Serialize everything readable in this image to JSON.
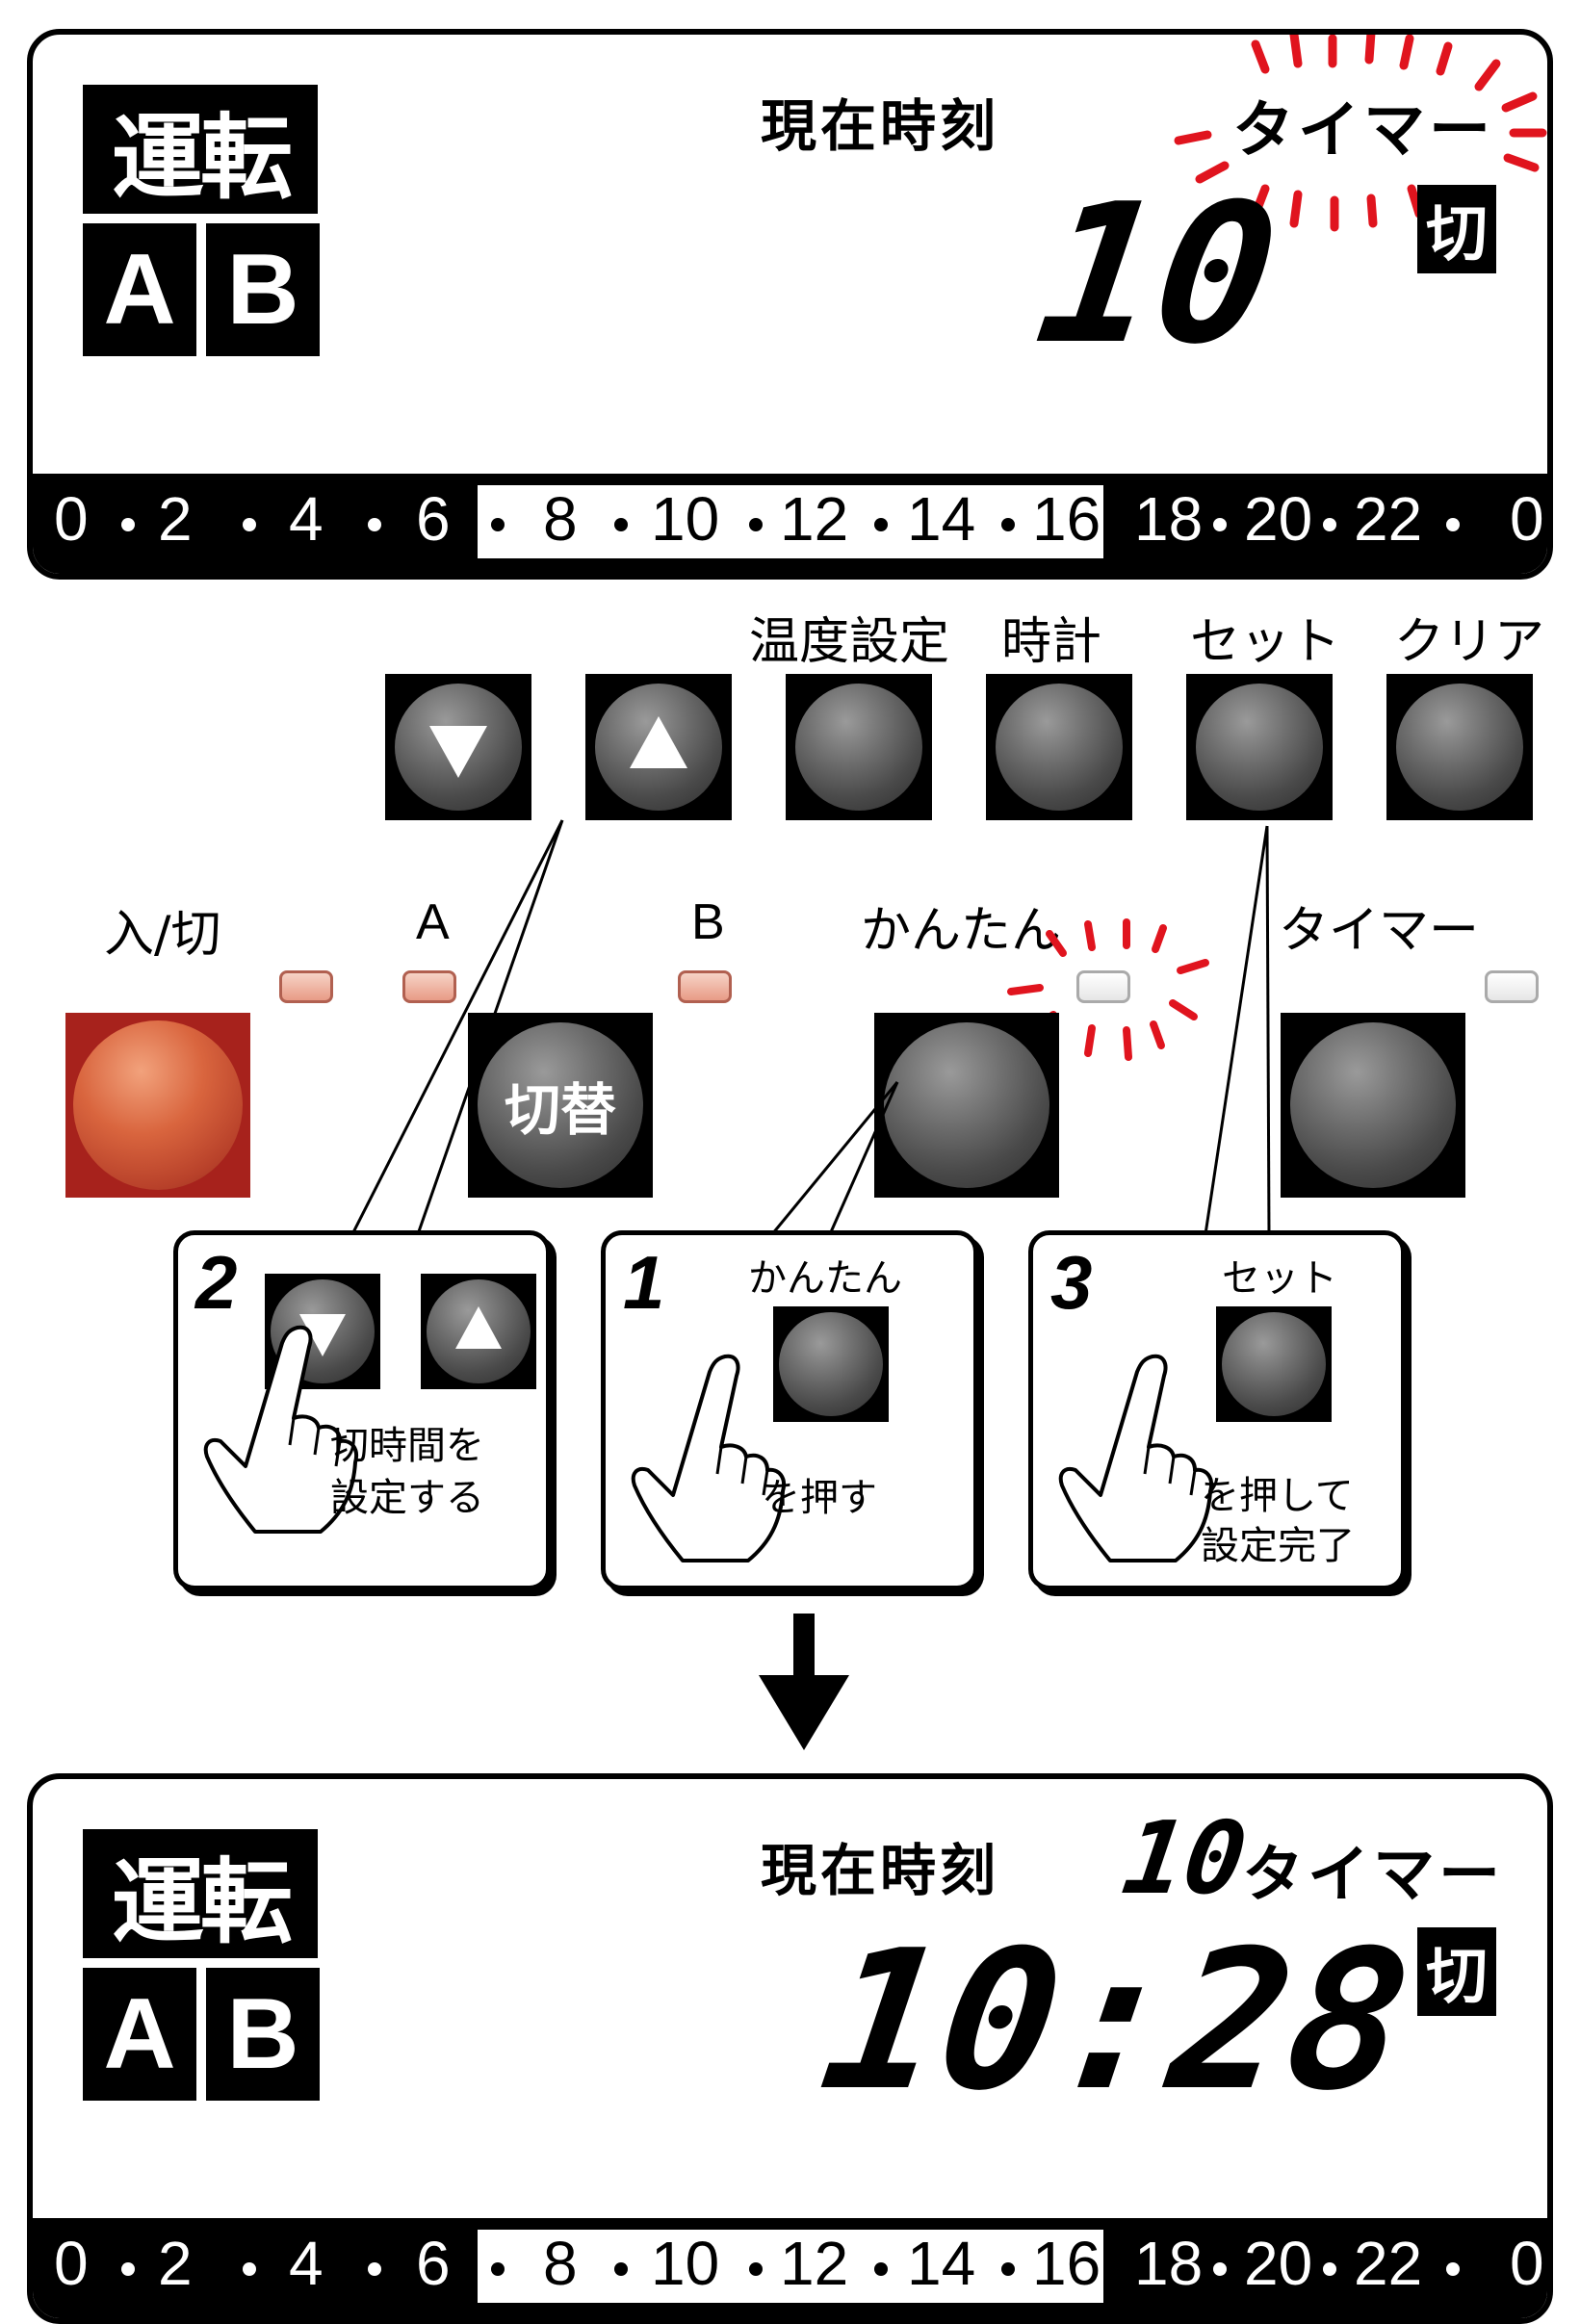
{
  "displays": [
    {
      "mode_label": "運転",
      "zone_a": "A",
      "zone_b": "B",
      "current_time_label": "現在時刻",
      "timer_label": "タイマー",
      "timer_off_badge": "切",
      "timer_value": "10",
      "clock_value": ""
    },
    {
      "mode_label": "運転",
      "zone_a": "A",
      "zone_b": "B",
      "current_time_label": "現在時刻",
      "timer_label": "タイマー",
      "timer_off_badge": "切",
      "timer_value": "10",
      "clock_value": "10:28"
    }
  ],
  "hour_scale": {
    "labels": [
      "0",
      "2",
      "4",
      "6",
      "8",
      "10",
      "12",
      "14",
      "16",
      "18",
      "20",
      "22",
      "0"
    ],
    "highlighted_range": [
      "8",
      "16"
    ]
  },
  "top_buttons": {
    "down_icon": "triangle-down-icon",
    "up_icon": "triangle-up-icon",
    "temp_label": "温度設定",
    "clock_label": "時計",
    "set_label": "セット",
    "clear_label": "クリア"
  },
  "main_buttons": {
    "power_label": "入/切",
    "zone_a_label": "A",
    "zone_b_label": "B",
    "switch_label": "切替",
    "easy_label": "かんたん",
    "timer_label": "タイマー"
  },
  "steps": [
    {
      "number": "2",
      "text_line1": "切時間を",
      "text_line2": "設定する"
    },
    {
      "number": "1",
      "button_label": "かんたん",
      "text_line1": "を押す"
    },
    {
      "number": "3",
      "button_label": "セット",
      "text_line1": "を押して",
      "text_line2": "設定完了"
    }
  ],
  "colors": {
    "power_button": "#c0392b",
    "blink_red": "#e0141e",
    "led_on": "#e89b86"
  }
}
